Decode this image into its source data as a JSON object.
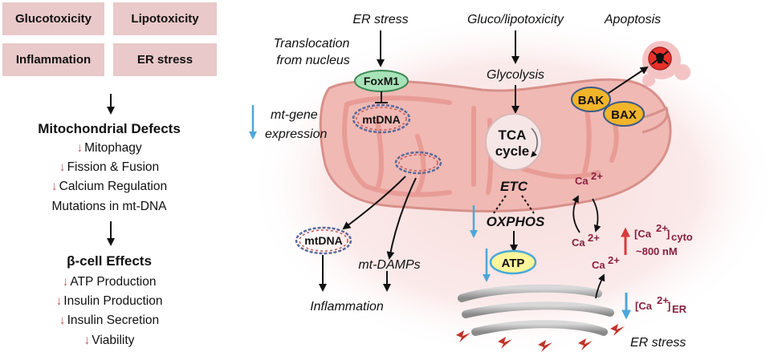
{
  "stressors": [
    "Glucotoxicity",
    "Lipotoxicity",
    "Inflammation",
    "ER stress"
  ],
  "left_panel": {
    "mito_title": "Mitochondrial Defects",
    "mito_items": [
      "Mitophagy",
      "Fission & Fusion",
      "Calcium Regulation",
      "Mutations in mt-DNA"
    ],
    "beta_title": "β-cell Effects",
    "beta_items": [
      "ATP Production",
      "Insulin Production",
      "Insulin Secretion",
      "Viability"
    ]
  },
  "diagram": {
    "er_stress_top": "ER stress",
    "translocation_1": "Translocation",
    "translocation_2": "from nucleus",
    "foxm1": "FoxM1",
    "mtdna": "mtDNA",
    "mt_gene_1": "mt-gene",
    "mt_gene_2": "expression",
    "gluco_lipo": "Gluco/lipotoxicity",
    "glycolysis": "Glycolysis",
    "tca_1": "TCA",
    "tca_2": "cycle",
    "etc": "ETC",
    "oxphos": "OXPHOS",
    "atp": "ATP",
    "apoptosis": "Apoptosis",
    "bak": "BAK",
    "bax": "BAX",
    "ca_label": "Ca",
    "ca_sup": "2+",
    "ca_cyto_prefix": "[Ca",
    "ca_cyto_suffix": "]",
    "ca_cyto_sub": "cyto",
    "ca_nm": "~800 nM",
    "ca_er_sub": "ER",
    "mt_damps": "mt-DAMPs",
    "inflammation": "Inflammation",
    "er_stress_bottom": "ER stress"
  },
  "colors": {
    "box": "#e9c9c9",
    "mito": "#f0b9b4",
    "down_red": "#c05a5a",
    "down_blue": "#4aa8d8",
    "up_red": "#d83a3a",
    "calcium": "#8a2040"
  }
}
